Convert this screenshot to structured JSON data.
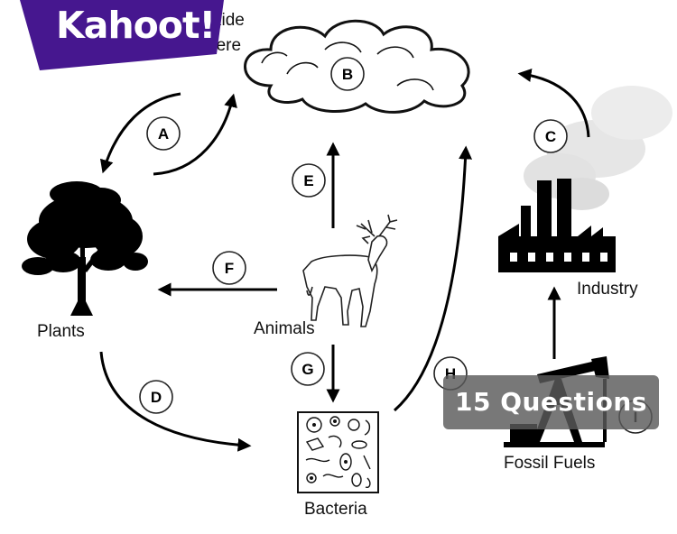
{
  "brand": {
    "logo_text": "Kahoot!",
    "logo_color": "#46178f"
  },
  "labels": {
    "atmosphere_partial_1": "xide",
    "atmosphere_partial_2": "here",
    "plants": "Plants",
    "animals": "Animals",
    "bacteria": "Bacteria",
    "industry": "Industry",
    "fossil_fuels": "Fossil Fuels"
  },
  "markers": {
    "A": "A",
    "B": "B",
    "C": "C",
    "D": "D",
    "E": "E",
    "F": "F",
    "G": "G",
    "H": "H",
    "I": "I"
  },
  "overlay": {
    "questions_label": "15 Questions"
  },
  "icons": [
    "cloud-icon",
    "tree-icon",
    "deer-icon",
    "factory-icon",
    "oil-pump-icon",
    "bacteria-icon"
  ]
}
